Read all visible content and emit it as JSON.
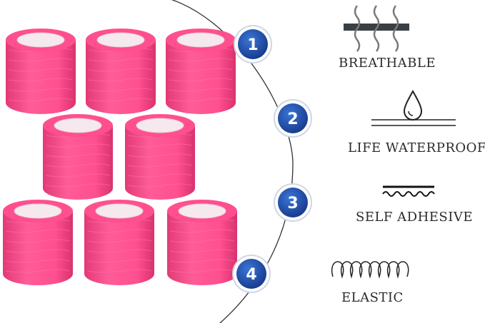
{
  "colors": {
    "tape_pink": "#ff4f8f",
    "tape_core": "#f5e9ee",
    "badge_blue": "#1e4fa8",
    "line_dark": "#333333"
  },
  "steps": [
    "1",
    "2",
    "3",
    "4"
  ],
  "features": [
    {
      "label": "BREATHABLE",
      "icon": "breathable-icon"
    },
    {
      "label": "LIFE WATERPROOF",
      "icon": "water-drop-icon"
    },
    {
      "label": "SELF ADHESIVE",
      "icon": "adhesive-wave-icon"
    },
    {
      "label": "ELASTIC",
      "icon": "elastic-coil-icon"
    }
  ]
}
